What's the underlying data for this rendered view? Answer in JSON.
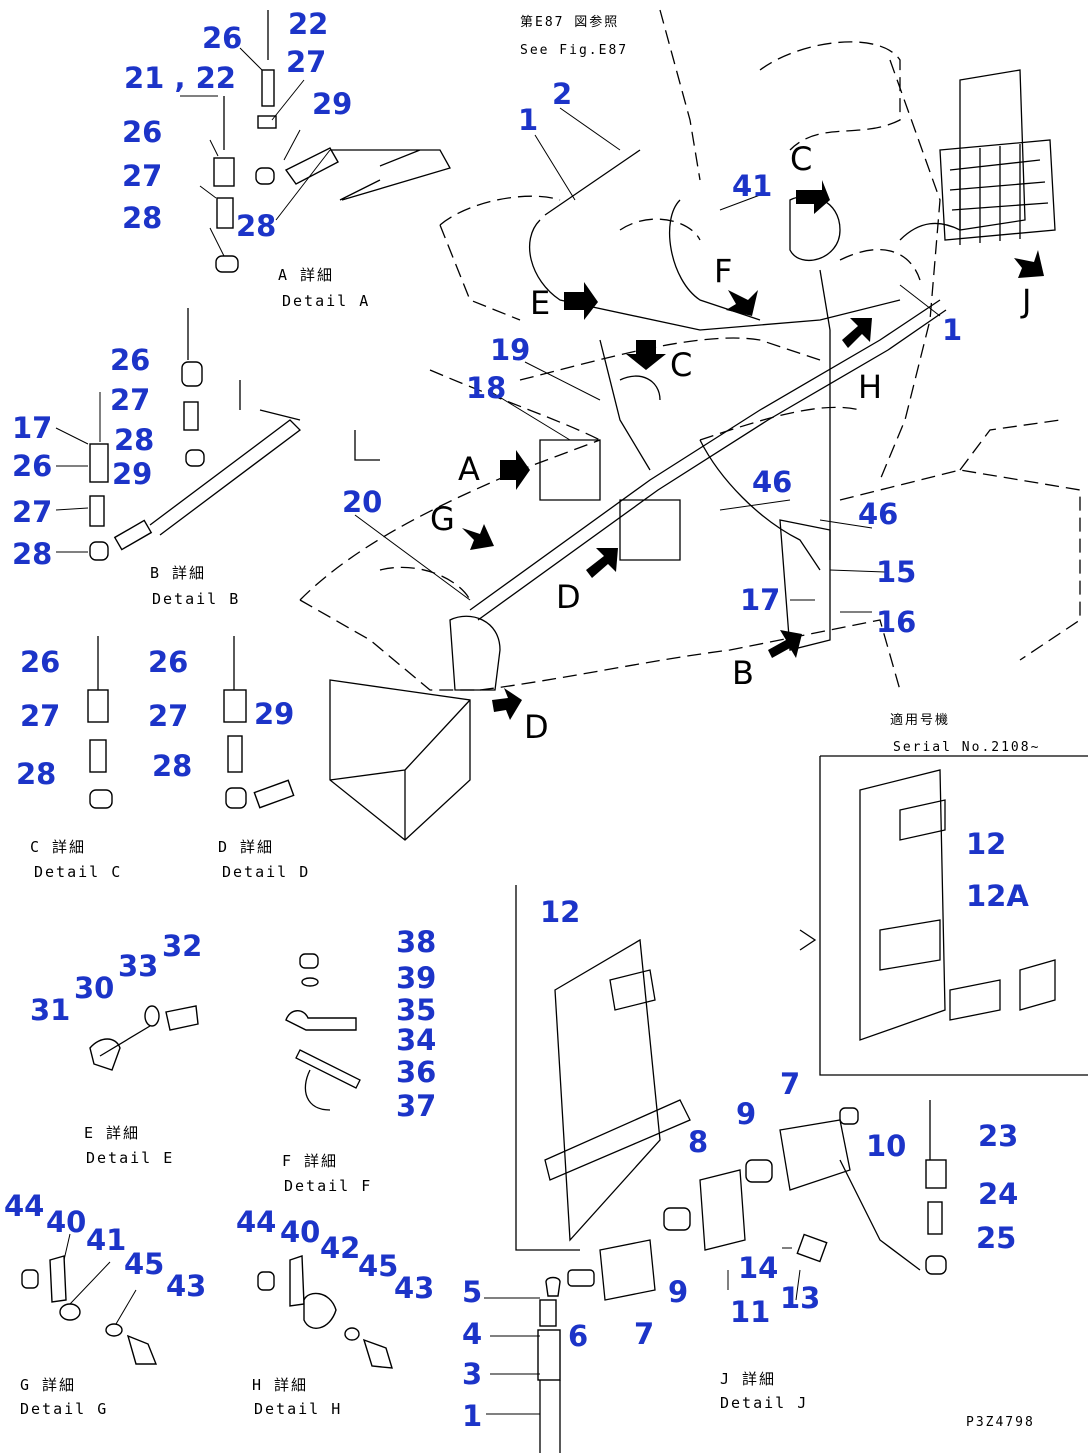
{
  "drawing_code": "P3Z4798",
  "reference": {
    "jp": "第E87 図参照",
    "en": "See Fig.E87"
  },
  "serial": {
    "jp": "適用号機",
    "en": "Serial No.2108~"
  },
  "captions": {
    "A": {
      "jp": "A 詳細",
      "en": "Detail A"
    },
    "B": {
      "jp": "B 詳細",
      "en": "Detail B"
    },
    "C": {
      "jp": "C 詳細",
      "en": "Detail C"
    },
    "D": {
      "jp": "D 詳細",
      "en": "Detail D"
    },
    "E": {
      "jp": "E 詳細",
      "en": "Detail E"
    },
    "F": {
      "jp": "F 詳細",
      "en": "Detail F"
    },
    "G": {
      "jp": "G 詳細",
      "en": "Detail G"
    },
    "H": {
      "jp": "H 詳細",
      "en": "Detail H"
    },
    "J": {
      "jp": "J 詳細",
      "en": "Detail J"
    }
  },
  "view_letters": {
    "c_top": "C",
    "f": "F",
    "j": "J",
    "e": "E",
    "c_mid": "C",
    "h": "H",
    "a": "A",
    "g": "G",
    "d_mid": "D",
    "b": "B",
    "d_low": "D"
  },
  "callouts": {
    "a_22_top": "22",
    "a_26": "26",
    "a_27_top": "27",
    "a_29": "29",
    "a_21_22": "21 , 22",
    "a_26_b": "26",
    "a_27_b": "27",
    "a_28_b": "28",
    "a_28_c": "28",
    "b_26": "26",
    "b_27": "27",
    "b_28": "28",
    "b_17": "17",
    "b_26_l": "26",
    "b_29": "29",
    "b_27_l": "27",
    "b_28_l": "28",
    "c_26": "26",
    "c_27": "27",
    "c_28": "28",
    "d_26": "26",
    "d_29": "29",
    "d_27": "27",
    "d_28": "28",
    "main_2": "2",
    "main_1_top": "1",
    "main_41": "41",
    "main_1_right": "1",
    "main_19": "19",
    "main_18": "18",
    "main_20": "20",
    "main_46_a": "46",
    "main_46_b": "46",
    "main_15": "15",
    "main_17": "17",
    "main_16": "16",
    "s_12": "12",
    "s_12a": "12A",
    "e_32": "32",
    "e_33": "33",
    "e_30": "30",
    "e_31": "31",
    "f_38": "38",
    "f_39": "39",
    "f_35": "35",
    "f_34": "34",
    "f_36": "36",
    "f_37": "37",
    "j_12": "12",
    "j_7_top": "7",
    "j_9_top": "9",
    "j_10": "10",
    "j_8": "8",
    "j_23": "23",
    "j_24": "24",
    "j_25": "25",
    "j_14": "14",
    "j_13": "13",
    "j_11": "11",
    "j_9_low": "9",
    "j_7_low": "7",
    "j_6": "6",
    "j_5": "5",
    "j_4": "4",
    "j_3": "3",
    "j_1": "1",
    "g_44": "44",
    "g_40": "40",
    "g_41": "41",
    "g_45": "45",
    "g_43": "43",
    "h_44": "44",
    "h_40": "40",
    "h_42": "42",
    "h_45": "45",
    "h_43": "43"
  }
}
